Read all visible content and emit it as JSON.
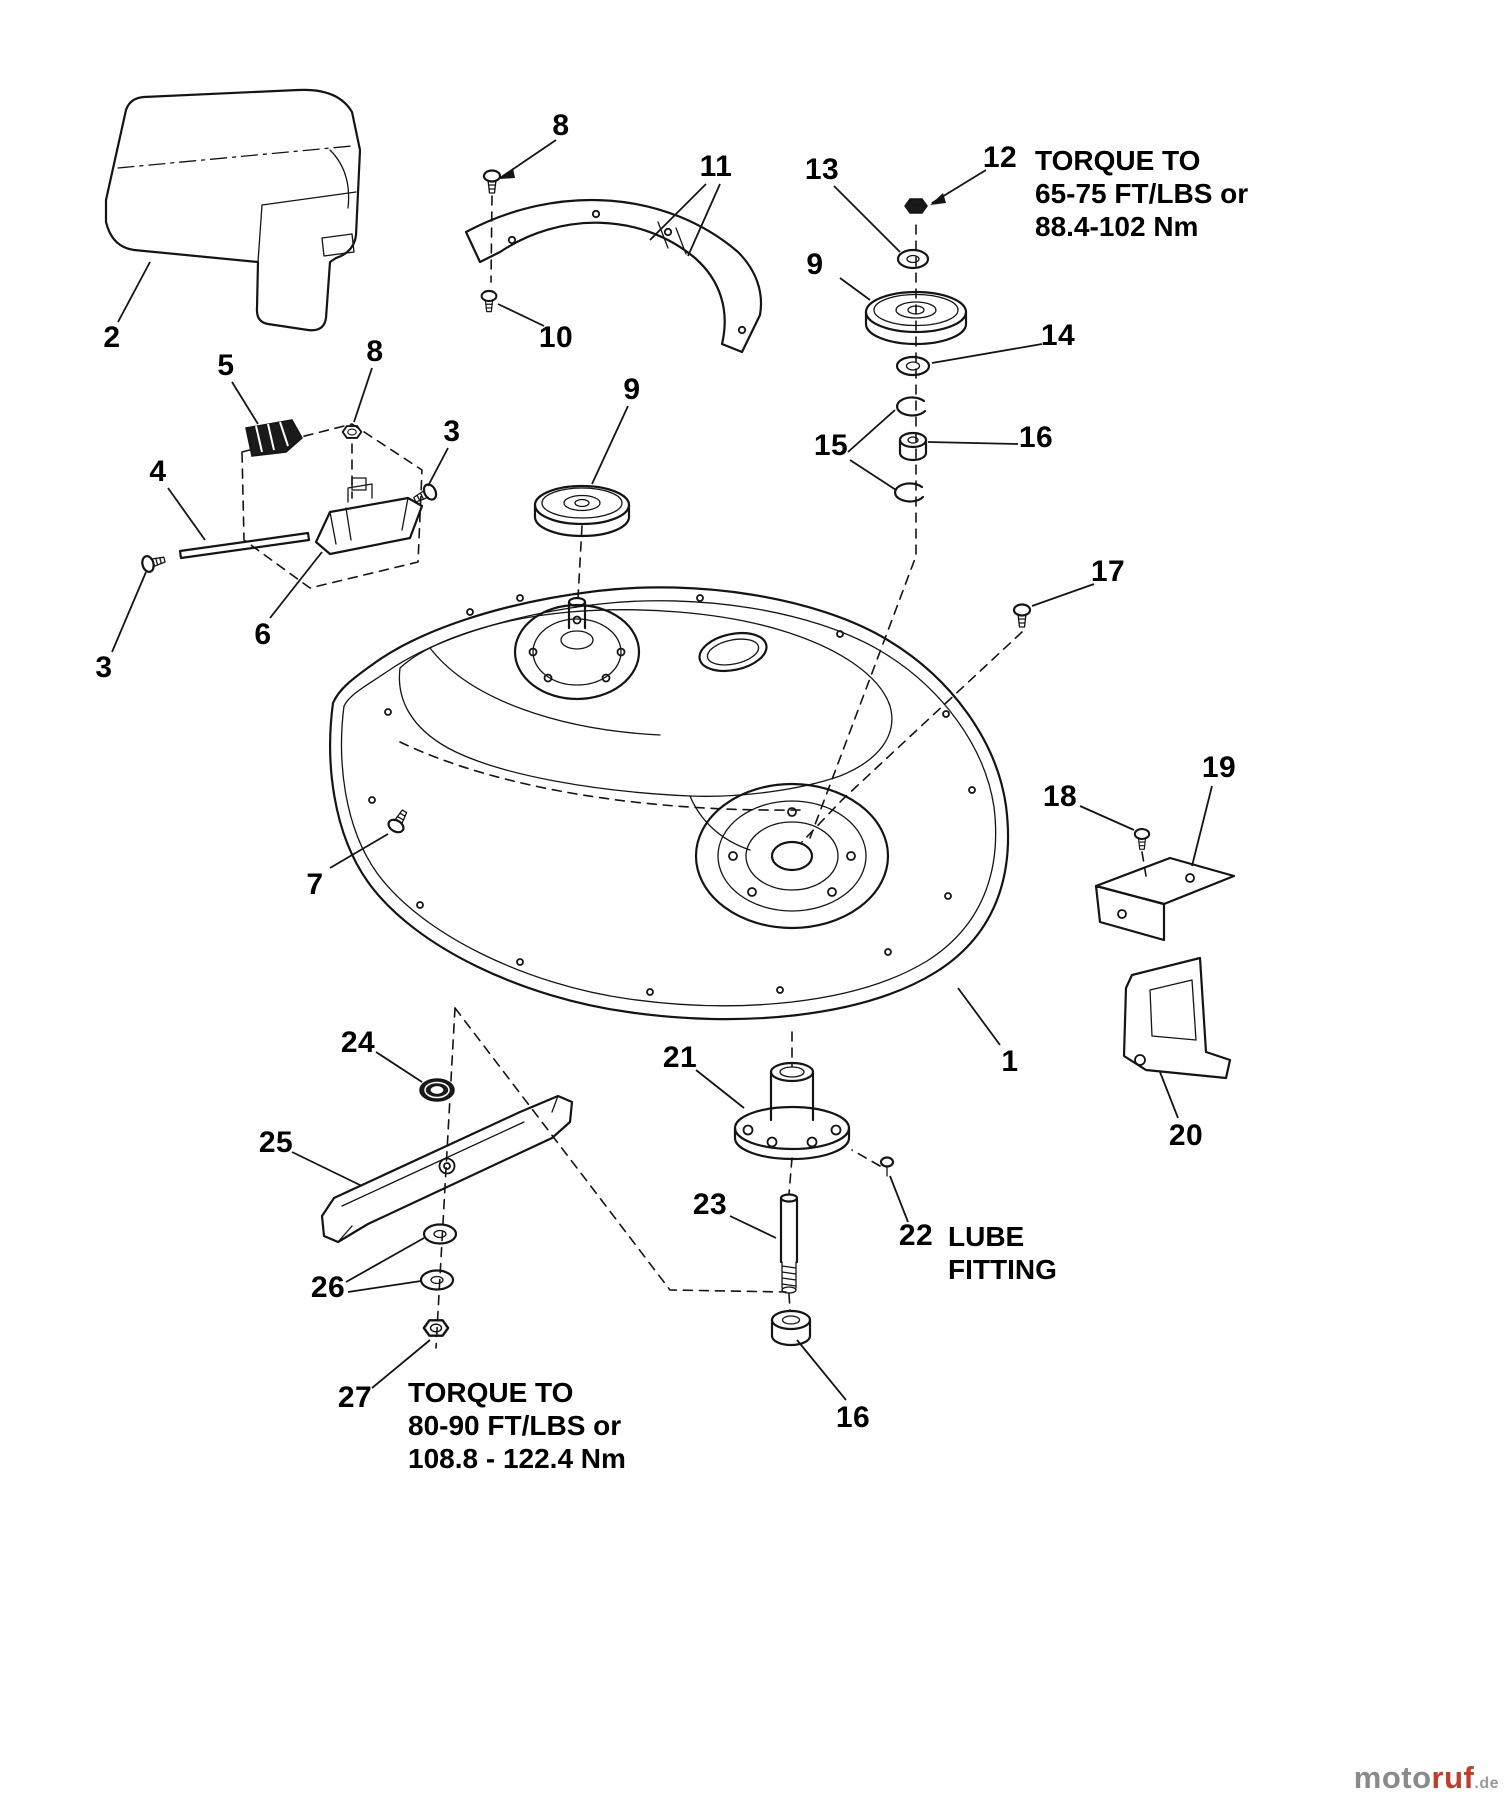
{
  "figure": {
    "kind": "exploded-parts-diagram",
    "subject": "Mower deck assembly exploded view"
  },
  "labels": {
    "part_1": "1",
    "part_2": "2",
    "part_3a": "3",
    "part_3b": "3",
    "part_4": "4",
    "part_5": "5",
    "part_6": "6",
    "part_7": "7",
    "part_8a": "8",
    "part_8b": "8",
    "part_9a": "9",
    "part_9b": "9",
    "part_10": "10",
    "part_11": "11",
    "part_12": "12",
    "part_13": "13",
    "part_14": "14",
    "part_15": "15",
    "part_16a": "16",
    "part_16b": "16",
    "part_17": "17",
    "part_18": "18",
    "part_19": "19",
    "part_20": "20",
    "part_21": "21",
    "part_22": "22",
    "part_23": "23",
    "part_24": "24",
    "part_25": "25",
    "part_26": "26",
    "part_27": "27"
  },
  "notes": {
    "torque_top_line1": "TORQUE TO",
    "torque_top_line2": "65-75 FT/LBS or",
    "torque_top_line3": "88.4-102 Nm",
    "torque_bottom_line1": "TORQUE TO",
    "torque_bottom_line2": "80-90 FT/LBS or",
    "torque_bottom_line3": "108.8 - 122.4 Nm",
    "lube_line1": "LUBE",
    "lube_line2": "FITTING"
  },
  "watermark": {
    "brand_part1": "moto",
    "brand_part2": "ruf",
    "tld": ".de"
  },
  "colors": {
    "line": "#141414",
    "background": "#ffffff",
    "watermark_gray": "#8a8a8a",
    "watermark_red": "#c63a28"
  }
}
